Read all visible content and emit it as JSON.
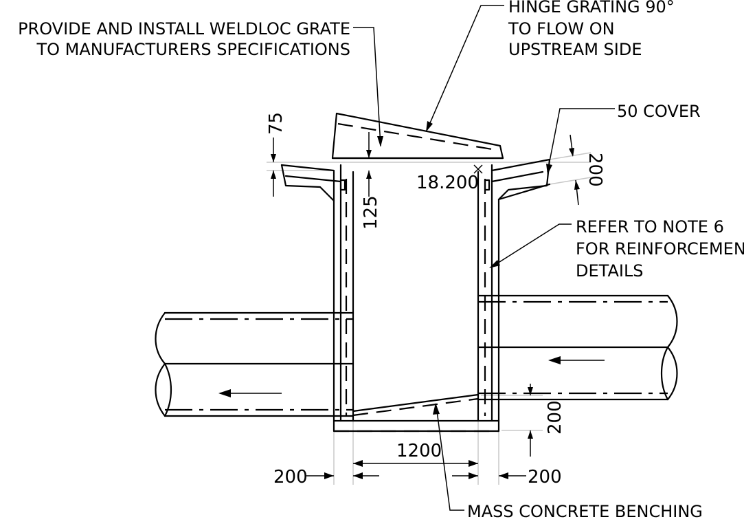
{
  "notes": {
    "grate_line1": "PROVIDE AND INSTALL WELDLOC GRATE",
    "grate_line2": "TO MANUFACTURERS SPECIFICATIONS",
    "hinge_line1": "HINGE GRATING 90°",
    "hinge_line2": "TO FLOW ON",
    "hinge_line3": "UPSTREAM SIDE",
    "cover": "50 COVER",
    "reinf_line1": "REFER TO NOTE 6",
    "reinf_line2": "FOR REINFORCEMENT",
    "reinf_line3": "DETAILS",
    "benching": "MASS CONCRETE BENCHING"
  },
  "dimensions": {
    "grate_height": "75",
    "frame_depth": "125",
    "level": "18.200",
    "slope_depth": "200",
    "base_thickness": "200",
    "inner_width": "1200",
    "left_wall": "200",
    "right_wall": "200"
  },
  "colors": {
    "line": "#000000",
    "construction": "#c8c8c8",
    "background": "#ffffff"
  }
}
